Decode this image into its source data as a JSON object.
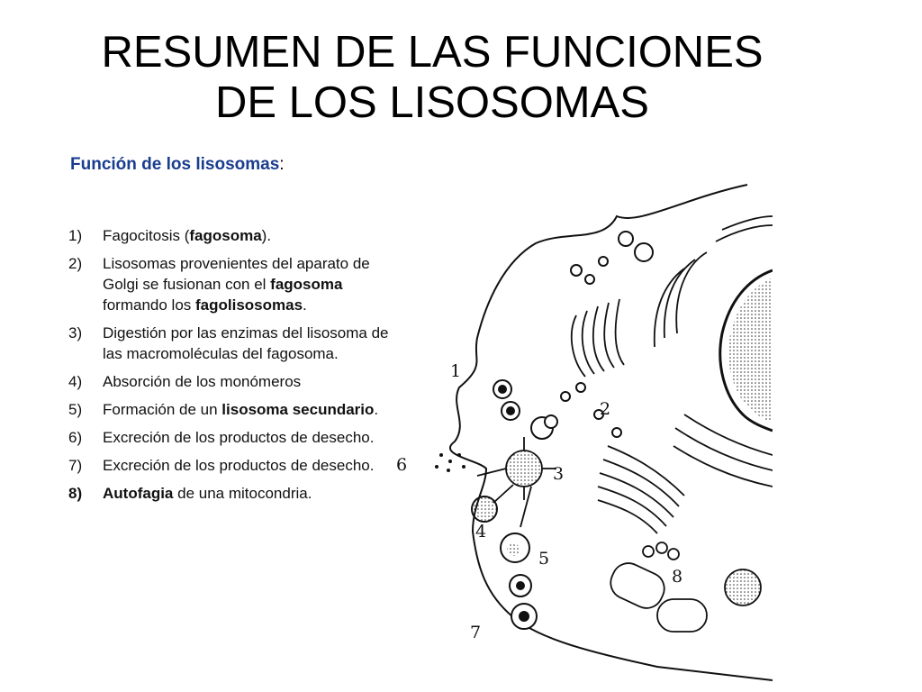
{
  "title": {
    "line1": "RESUMEN DE LAS FUNCIONES",
    "line2": "DE LOS LISOSOMAS"
  },
  "panel": {
    "heading": "Función de los lisosomas",
    "heading_colon": ":",
    "items": [
      {
        "num": "1)",
        "parts": [
          {
            "t": "Fagocitosis (",
            "b": false
          },
          {
            "t": "fagosoma",
            "b": true
          },
          {
            "t": ").",
            "b": false
          }
        ]
      },
      {
        "num": "2)",
        "parts": [
          {
            "t": "Lisosomas provenientes del aparato de Golgi se fusionan con el ",
            "b": false
          },
          {
            "t": "fagosoma",
            "b": true
          },
          {
            "t": " formando los ",
            "b": false
          },
          {
            "t": "fagolisosomas",
            "b": true
          },
          {
            "t": ".",
            "b": false
          }
        ]
      },
      {
        "num": "3)",
        "parts": [
          {
            "t": "Digestión por las enzimas del lisosoma de las macromoléculas del fagosoma.",
            "b": false
          }
        ]
      },
      {
        "num": "4)",
        "parts": [
          {
            "t": "Absorción de los monómeros",
            "b": false
          }
        ]
      },
      {
        "num": "5)",
        "parts": [
          {
            "t": "Formación de un ",
            "b": false
          },
          {
            "t": "lisosoma secundario",
            "b": true
          },
          {
            "t": ".",
            "b": false
          }
        ]
      },
      {
        "num": "6)",
        "parts": [
          {
            "t": "Excreción de los productos de desecho.",
            "b": false
          }
        ]
      },
      {
        "num": "7)",
        "parts": [
          {
            "t": "Excreción de los productos de desecho.",
            "b": false
          }
        ]
      },
      {
        "num": "8)",
        "bold_num": true,
        "parts": [
          {
            "t": "Autofagia",
            "b": true
          },
          {
            "t": " de una mitocondria.",
            "b": false
          }
        ]
      }
    ]
  },
  "diagram": {
    "labels": [
      "1",
      "2",
      "3",
      "4",
      "5",
      "6",
      "7",
      "8"
    ]
  }
}
